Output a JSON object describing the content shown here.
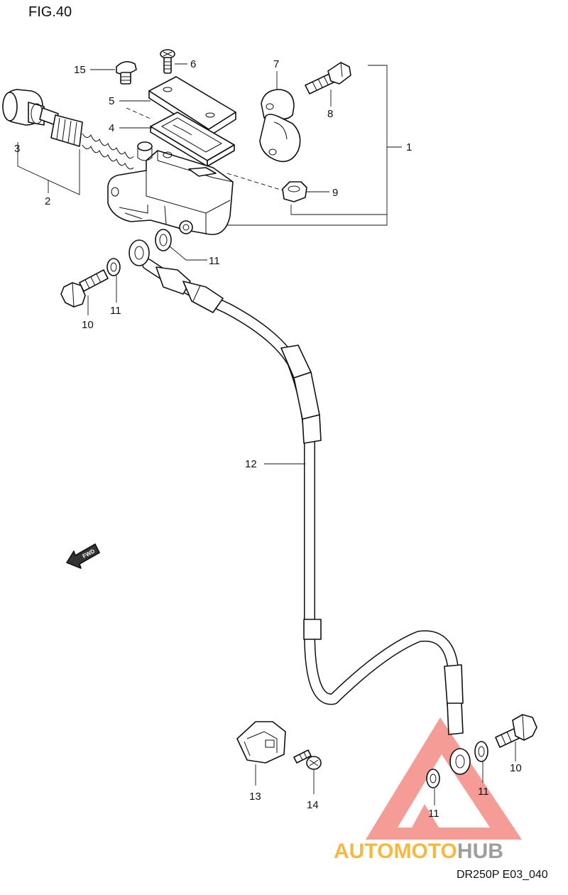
{
  "figure": {
    "title": "FIG.40",
    "code": "DR250P E03_040"
  },
  "callouts": {
    "c1": "1",
    "c2": "2",
    "c3": "3",
    "c4": "4",
    "c5": "5",
    "c6": "6",
    "c7": "7",
    "c8": "8",
    "c9": "9",
    "c10a": "10",
    "c10b": "10",
    "c11a": "11",
    "c11b": "11",
    "c11c": "11",
    "c11d": "11",
    "c12": "12",
    "c13": "13",
    "c14": "14",
    "c15": "15"
  },
  "fwd_marker": "FWD",
  "watermark": {
    "part1": "AUTOMOTO",
    "part2": "HUB",
    "color1": "#F5B942",
    "color2": "#9E9E9E",
    "triangle_color": "#F28B82"
  },
  "colors": {
    "line": "#111111",
    "background": "#FFFFFF"
  }
}
